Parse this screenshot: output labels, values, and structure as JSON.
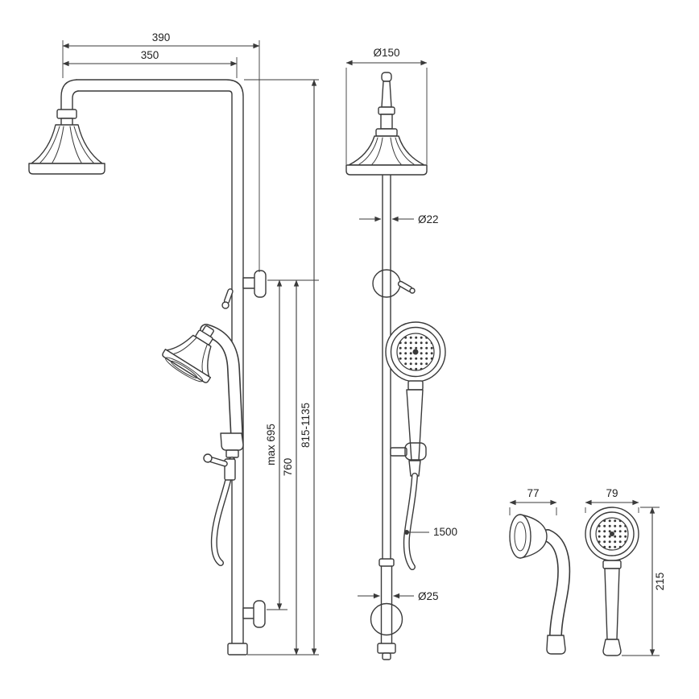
{
  "style": {
    "line_color": "#3a3a3a",
    "text_color": "#222222",
    "background": "#ffffff"
  },
  "labels": {
    "side_view": {
      "arm_width_overall": "390",
      "arm_width_inner": "350",
      "height_max": "max 695",
      "height_bar": "760",
      "height_total": "815-1135"
    },
    "front_view": {
      "head_diameter": "Ø150",
      "pipe_diameter": "Ø22",
      "hose_length": "1500",
      "lower_pipe_diameter": "Ø25"
    },
    "hand_shower": {
      "depth": "77",
      "width": "79",
      "height": "215"
    }
  }
}
